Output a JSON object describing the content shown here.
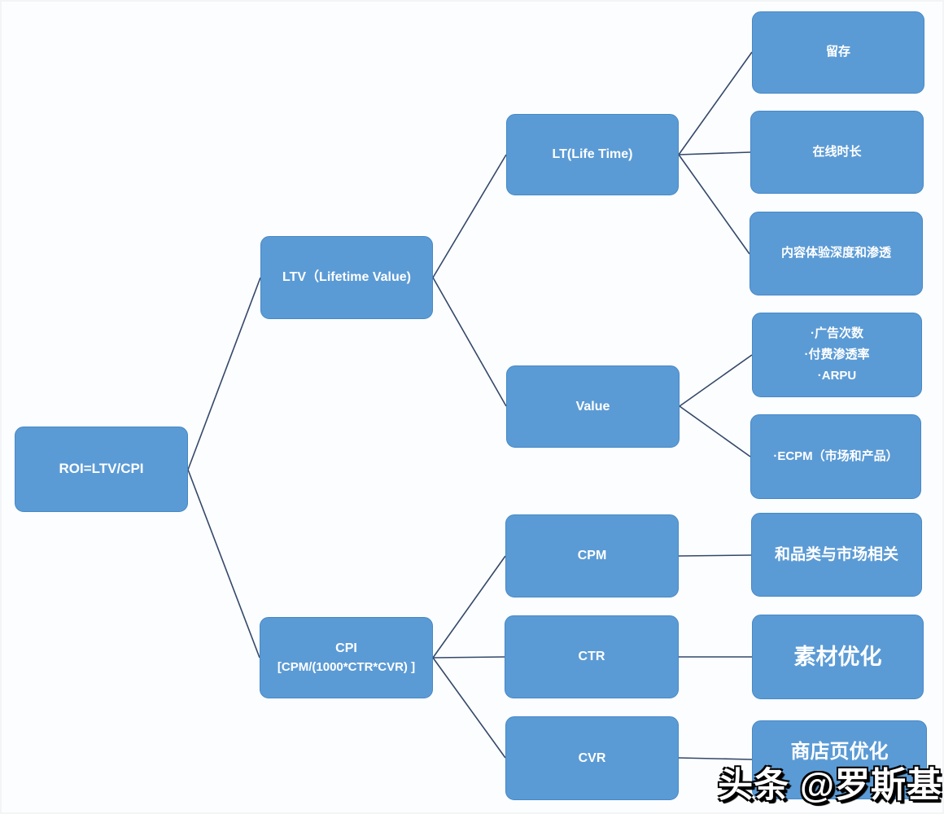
{
  "colors": {
    "node_fill": "#5b9bd5",
    "node_border": "#4688c6",
    "connector": "#33486a",
    "node_text": "#ffffff",
    "background": "#fcfdfe"
  },
  "nodes": {
    "roi": {
      "label": "ROI=LTV/CPI"
    },
    "ltv": {
      "label": "LTV（Lifetime Value)"
    },
    "cpi": {
      "line1": "CPI",
      "line2": "[CPM/(1000*CTR*CVR) ]"
    },
    "lt": {
      "label": "LT(Life Time)"
    },
    "value": {
      "label": "Value"
    },
    "cpm": {
      "label": "CPM"
    },
    "ctr": {
      "label": "CTR"
    },
    "cvr": {
      "label": "CVR"
    },
    "retention": {
      "label": "留存"
    },
    "online_time": {
      "label": "在线时长"
    },
    "content_depth": {
      "label": "内容体验深度和渗透"
    },
    "value_drivers": {
      "line1": "·广告次数",
      "line2": "·付费渗透率",
      "line3": "·ARPU"
    },
    "ecpm": {
      "label": "·ECPM（市场和产品）"
    },
    "category_market": {
      "label": "和品类与市场相关"
    },
    "creative_opt": {
      "label": "素材优化"
    },
    "store_page_opt": {
      "label": "商店页优化"
    }
  },
  "watermark": {
    "text": "头条 @罗斯基"
  }
}
